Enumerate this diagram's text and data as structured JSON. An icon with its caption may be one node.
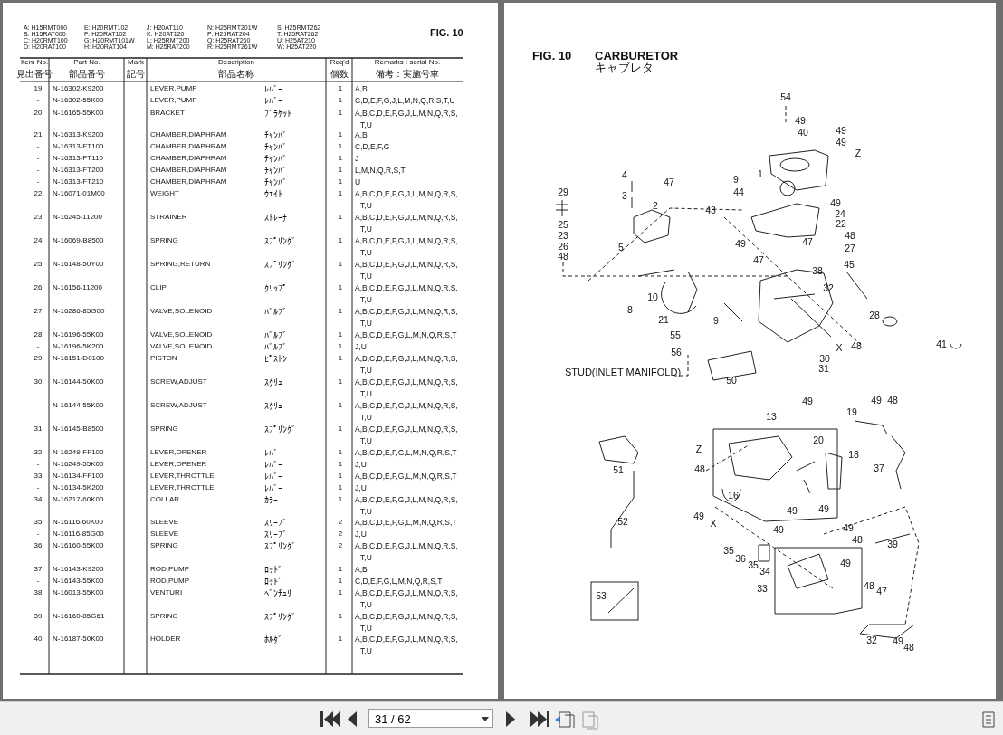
{
  "diagram": {
    "labels": [
      "A: H15RMT000",
      "E: H20RMT102",
      "J: H20AT110",
      "N: H25RMT201W",
      "S: H25RMT262",
      "B: H15RAT000",
      "F: H20RAT102",
      "K: H20AT120",
      "P: H25RAT204",
      "T: H25RAT262",
      "C: H20RMT100",
      "G: H20RMT101W",
      "L: H25RMT200",
      "Q: H25RAT260",
      "U: H25AT210",
      "D: H20RAT100",
      "H: H20RAT104",
      "M: H25RAT200",
      "R: H25RMT261W",
      "W: H25AT220",
      "FIG. 10",
      "Item No.",
      "Part No.",
      "Mark",
      "Description",
      "Req'd",
      "Remarks : serial No.",
      "見出番号",
      "部品番号",
      "記号",
      "部品名称",
      "個数",
      "備考：実施号車",
      "19",
      "N-16302-K9200",
      "LEVER,PUMP",
      "ﾚﾊﾞｰ",
      "1",
      "A,B",
      "-",
      "N-16302-55K00",
      "LEVER,PUMP",
      "ﾚﾊﾞｰ",
      "1",
      "C,D,E,F,G,J,L,M,N,Q,R,S,T,U",
      "20",
      "N-16165-55K00",
      "BRACKET",
      "ﾌﾞﾗｹｯﾄ",
      "1",
      "A,B,C,D,E,F,G,J,L,M,N,Q,R,S,T,U",
      "21",
      "N-16313-K9200",
      "CHAMBER,DIAPHRAM",
      "ﾁｬﾝﾊﾞ",
      "1",
      "A,B",
      "-",
      "N-16313-FT100",
      "CHAMBER,DIAPHRAM",
      "ﾁｬﾝﾊﾞ",
      "1",
      "C,D,E,F,G",
      "-",
      "N-16313-FT110",
      "CHAMBER,DIAPHRAM",
      "ﾁｬﾝﾊﾞ",
      "1",
      "J",
      "-",
      "N-16313-FT200",
      "CHAMBER,DIAPHRAM",
      "ﾁｬﾝﾊﾞ",
      "1",
      "L,M,N,Q,R,S,T",
      "-",
      "N-16313-FT210",
      "CHAMBER,DIAPHRAM",
      "ﾁｬﾝﾊﾞ",
      "1",
      "U",
      "22",
      "N-16071-01M00",
      "WEIGHT",
      "ｳｴｲﾄ",
      "1",
      "A,B,C,D,E,F,G,J,L,M,N,Q,R,S,T,U",
      "23",
      "N-16245-11200",
      "STRAINER",
      "ｽﾄﾚｰﾅ",
      "1",
      "A,B,C,D,E,F,G,J,L,M,N,Q,R,S,T,U",
      "24",
      "N-16069-B8500",
      "SPRING",
      "ｽﾌﾟﾘﾝｸﾞ",
      "1",
      "A,B,C,D,E,F,G,J,L,M,N,Q,R,S,T,U",
      "25",
      "N-16148-50Y00",
      "SPRING,RETURN",
      "ｽﾌﾟﾘﾝｸﾞ",
      "1",
      "A,B,C,D,E,F,G,J,L,M,N,Q,R,S,T,U",
      "26",
      "N-16156-11200",
      "CLIP",
      "ｸﾘｯﾌﾟ",
      "1",
      "A,B,C,D,E,F,G,J,L,M,N,Q,R,S,T,U",
      "27",
      "N-16286-85G00",
      "VALVE,SOLENOID",
      "ﾊﾞﾙﾌﾞ",
      "1",
      "A,B,C,D,E,F,G,J,L,M,N,Q,R,S,T,U",
      "28",
      "N-16196-55K00",
      "VALVE,SOLENOID",
      "ﾊﾞﾙﾌﾞ",
      "1",
      "A,B,C,D,E,F,G,L,M,N,Q,R,S,T",
      "-",
      "N-16196-5K200",
      "VALVE,SOLENOID",
      "ﾊﾞﾙﾌﾞ",
      "1",
      "J,U",
      "29",
      "N-16151-D0100",
      "PISTON",
      "ﾋﾟｽﾄﾝ",
      "1",
      "A,B,C,D,E,F,G,J,L,M,N,Q,R,S,T,U",
      "30",
      "N-16144-50K00",
      "SCREW,ADJUST",
      "ｽｸﾘｭ",
      "1",
      "A,B,C,D,E,F,G,J,L,M,N,Q,R,S,T,U",
      "-",
      "N-16144-55K00",
      "SCREW,ADJUST",
      "ｽｸﾘｭ",
      "1",
      "A,B,C,D,E,F,G,J,L,M,N,Q,R,S,T,U",
      "31",
      "N-16145-B8500",
      "SPRING",
      "ｽﾌﾟﾘﾝｸﾞ",
      "1",
      "A,B,C,D,E,F,G,J,L,M,N,Q,R,S,T,U",
      "32",
      "N-16249-FF100",
      "LEVER,OPENER",
      "ﾚﾊﾞｰ",
      "1",
      "A,B,C,D,E,F,G,L,M,N,Q,R,S,T",
      "-",
      "N-16249-55K00",
      "LEVER,OPENER",
      "ﾚﾊﾞｰ",
      "1",
      "J,U",
      "33",
      "N-16134-FF100",
      "LEVER,THROTTLE",
      "ﾚﾊﾞｰ",
      "1",
      "A,B,C,D,E,F,G,L,M,N,Q,R,S,T",
      "-",
      "N-16134-5K200",
      "LEVER,THROTTLE",
      "ﾚﾊﾞｰ",
      "1",
      "J,U",
      "34",
      "N-16217-60K00",
      "COLLAR",
      "ｶﾗｰ",
      "1",
      "A,B,C,D,E,F,G,J,L,M,N,Q,R,S,T,U",
      "35",
      "N-16116-60K00",
      "SLEEVE",
      "ｽﾘｰﾌﾞ",
      "2",
      "A,B,C,D,E,F,G,L,M,N,Q,R,S,T",
      "-",
      "N-16116-85G00",
      "SLEEVE",
      "ｽﾘｰﾌﾞ",
      "2",
      "J,U",
      "36",
      "N-16160-55K00",
      "SPRING",
      "ｽﾌﾟﾘﾝｸﾞ",
      "2",
      "A,B,C,D,E,F,G,J,L,M,N,Q,R,S,T,U",
      "37",
      "N-16143-K9200",
      "ROD,PUMP",
      "ﾛｯﾄﾞ",
      "1",
      "A,B",
      "-",
      "N-16143-55K00",
      "ROD,PUMP",
      "ﾛｯﾄﾞ",
      "1",
      "C,D,E,F,G,L,M,N,Q,R,S,T",
      "38",
      "N-16013-55K00",
      "VENTURI",
      "ﾍﾞﾝﾁｭﾘ",
      "1",
      "A,B,C,D,E,F,G,J,L,M,N,Q,R,S,T,U",
      "39",
      "N-16160-85G61",
      "SPRING",
      "ｽﾌﾟﾘﾝｸﾞ",
      "1",
      "A,B,C,D,E,F,G,J,L,M,N,Q,R,S,T,U",
      "40",
      "N-16187-50K00",
      "HOLDER",
      "ﾎﾙﾀﾞ",
      "1",
      "A,B,C,D,E,F,G,J,L,M,N,Q,R,S,T,U",
      "FIG. 10",
      "CARBURETOR",
      "キャブレタ",
      "54",
      "49",
      "40",
      "49",
      "49",
      "Z",
      "4",
      "47",
      "9",
      "1",
      "29",
      "3",
      "44",
      "2",
      "43",
      "49",
      "24",
      "25",
      "22",
      "23",
      "48",
      "26",
      "5",
      "49",
      "47",
      "27",
      "48",
      "47",
      "45",
      "38",
      "32",
      "10",
      "8",
      "28",
      "21",
      "9",
      "55",
      "56",
      "X",
      "48",
      "41",
      "30",
      "STUD(INLET MANIFOLD)",
      "31",
      "50",
      "49",
      "49",
      "48",
      "13",
      "19",
      "20",
      "Z",
      "18",
      "51",
      "48",
      "37",
      "16",
      "49",
      "49",
      "52",
      "49",
      "X",
      "49",
      "49",
      "48",
      "39",
      "35",
      "36",
      "35",
      "49",
      "34",
      "53",
      "33",
      "48",
      "47",
      "32",
      "49",
      "48",
      "31 / 62"
    ]
  }
}
